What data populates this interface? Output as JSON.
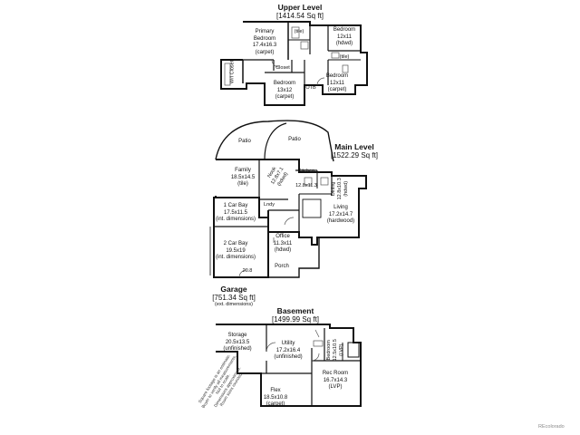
{
  "upper": {
    "heading": "Upper Level",
    "area": "[1414.54 Sq ft]",
    "rooms": {
      "primary": {
        "name": "Primary",
        "name2": "Bedroom",
        "dims": "17.4x16.3",
        "floor": "(carpet)"
      },
      "tile1": "(tile)",
      "bedroom_ne": {
        "name": "Bedroom",
        "dims": "12x11",
        "floor": "(hdwd)"
      },
      "tile2": "(tile)",
      "wi_closet": "W/I Closet",
      "closet": "Closet",
      "bedroom_mid": {
        "name": "Bedroom",
        "dims": "13x12",
        "floor": "(carpet)"
      },
      "otb": "OTB",
      "bedroom_se": {
        "name": "Bedroom",
        "dims": "12x11",
        "floor": "(carpet)"
      }
    }
  },
  "main": {
    "heading": "Main Level",
    "area": "[1522.29 Sq ft]",
    "rooms": {
      "patio_left": "Patio",
      "patio_right": "Patio",
      "family": {
        "name": "Family",
        "dims": "18.5x14.5",
        "floor": "(tile)"
      },
      "nook": {
        "name": "Nook",
        "dims": "12.8x7.1",
        "floor": "(hdwd)"
      },
      "kitchen": {
        "name": "Kitchen",
        "dims": "12.8x11.3"
      },
      "dining": {
        "name": "Dining",
        "dims": "12.8x10.3",
        "floor": "(hdwd)"
      },
      "living": {
        "name": "Living",
        "dims": "17.2x14.7",
        "floor": "(hardwood)"
      },
      "laundry": "Lndy",
      "office": {
        "name": "Office",
        "dims": "11.3x11",
        "floor": "(hdwd)"
      },
      "porch": "Porch"
    }
  },
  "garage": {
    "heading": "Garage",
    "area": "[751.34 Sq ft]",
    "note": "(ext. dimensions)",
    "bay1": {
      "name": "1 Car Bay",
      "dims": "17.5x11.5",
      "note": "(int. dimensions)"
    },
    "bay2": {
      "name": "2 Car Bay",
      "dims": "19.5x19",
      "note": "(int. dimensions)"
    },
    "width": "20.8"
  },
  "basement": {
    "heading": "Basement",
    "area": "[1499.99 Sq ft]",
    "rooms": {
      "storage": {
        "name": "Storage",
        "dims": "20.5x13.5",
        "floor": "(unfinished)"
      },
      "utility": {
        "name": "Utility",
        "dims": "17.2x16.4",
        "floor": "(unfinished)"
      },
      "bedroom": {
        "name": "Bedroom",
        "dims": "12.5x10.5",
        "floor": "(LVP)"
      },
      "rec_room": {
        "name": "Rec Room",
        "dims": "16.7x14.3",
        "floor": "(LVP)"
      },
      "flex": {
        "name": "Flex",
        "dims": "18.5x10.8",
        "floor": "(carpet)"
      }
    },
    "disclaimer": [
      "Square footage is an estimate.",
      "Buyer to verify all measurements.",
      "Not to scale.",
      "Dimensions approximate.",
      "Room sizes rounded."
    ]
  },
  "watermark": "REcolorado",
  "colors": {
    "line": "#111111",
    "fixture": "#555555",
    "watermark": "#8a8a8a"
  }
}
